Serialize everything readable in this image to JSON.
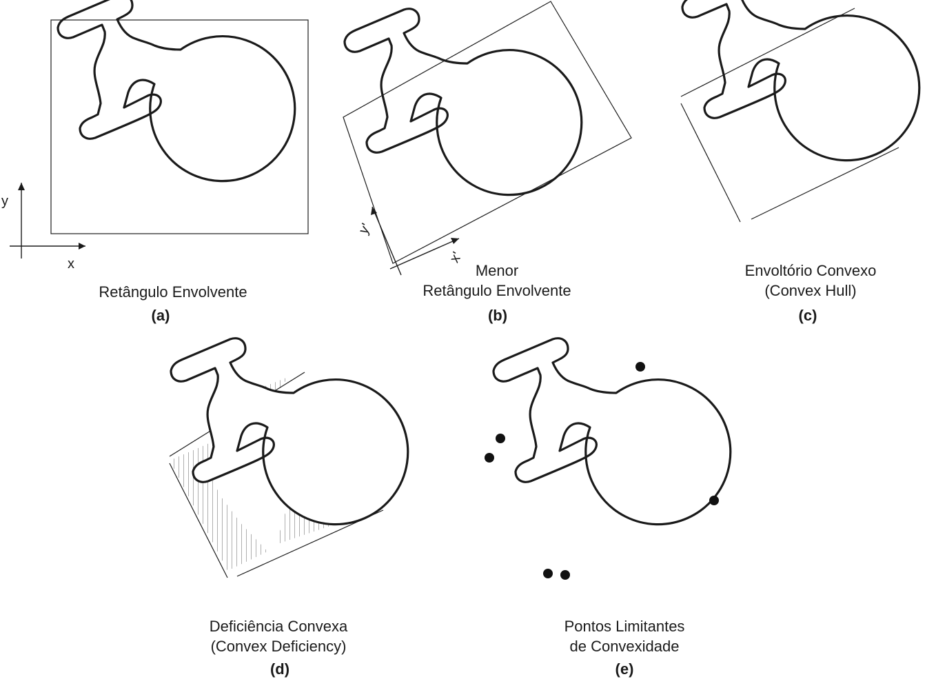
{
  "panels": {
    "a": {
      "caption_lines": [
        "Retângulo Envolvente"
      ],
      "tag": "(a)",
      "axis_x": "x",
      "axis_y": "y"
    },
    "b": {
      "caption_lines": [
        "Menor",
        "Retângulo Envolvente"
      ],
      "tag": "(b)",
      "axis_x": "x'",
      "axis_y": "y'"
    },
    "c": {
      "caption_lines": [
        "Envoltório Convexo",
        "(Convex Hull)"
      ],
      "tag": "(c)"
    },
    "d": {
      "caption_lines": [
        "Deficiência Convexa",
        "(Convex Deficiency)"
      ],
      "tag": "(d)"
    },
    "e": {
      "caption_lines": [
        "Pontos Limitantes",
        "de Convexidade"
      ],
      "tag": "(e)"
    }
  },
  "colors": {
    "stroke": "#1a1a1a",
    "background": "#ffffff"
  }
}
